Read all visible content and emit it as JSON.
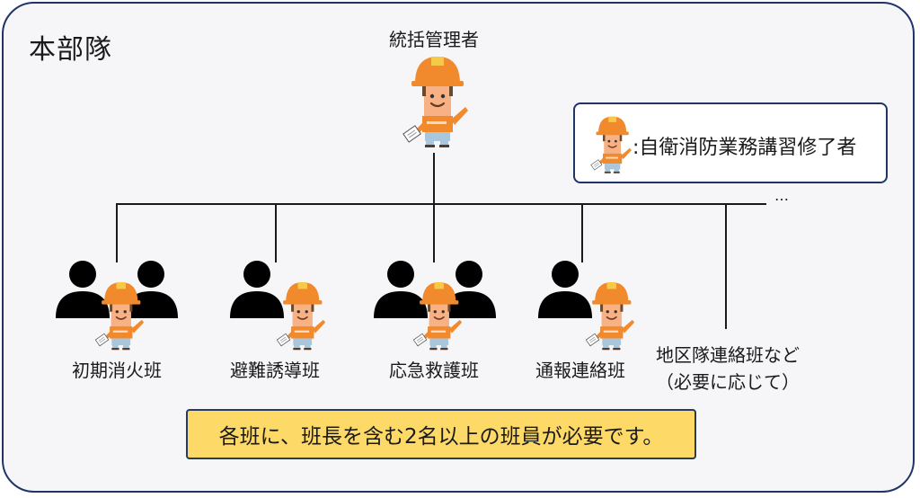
{
  "diagram": {
    "title": "本部隊",
    "top_role": "統括管理者",
    "legend": {
      "icon": "worker-helmet-icon",
      "text": ":自衛消防業務講習修了者"
    },
    "ellipsis": "…",
    "teams": [
      {
        "label": "初期消火班",
        "members_icon": "two-persons-icon",
        "leader_icon": "worker-helmet-icon"
      },
      {
        "label": "避難誘導班",
        "members_icon": "one-person-icon",
        "leader_icon": "worker-helmet-icon"
      },
      {
        "label": "応急救護班",
        "members_icon": "two-persons-icon",
        "leader_icon": "worker-helmet-icon"
      },
      {
        "label": "通報連絡班",
        "members_icon": "one-person-icon",
        "leader_icon": "worker-helmet-icon"
      }
    ],
    "other_team": {
      "line1": "地区隊連絡班など",
      "line2": "（必要に応じて）"
    },
    "note": "各班に、班長を含む2名以上の班員が必要です。",
    "colors": {
      "frame_border": "#1f3566",
      "background": "#f6f6f9",
      "helmet": "#f08a2c",
      "shirt": "#f08a2c",
      "skin": "#f7b184",
      "pants": "#a9c7dc",
      "note_bg": "#fdd967"
    }
  }
}
